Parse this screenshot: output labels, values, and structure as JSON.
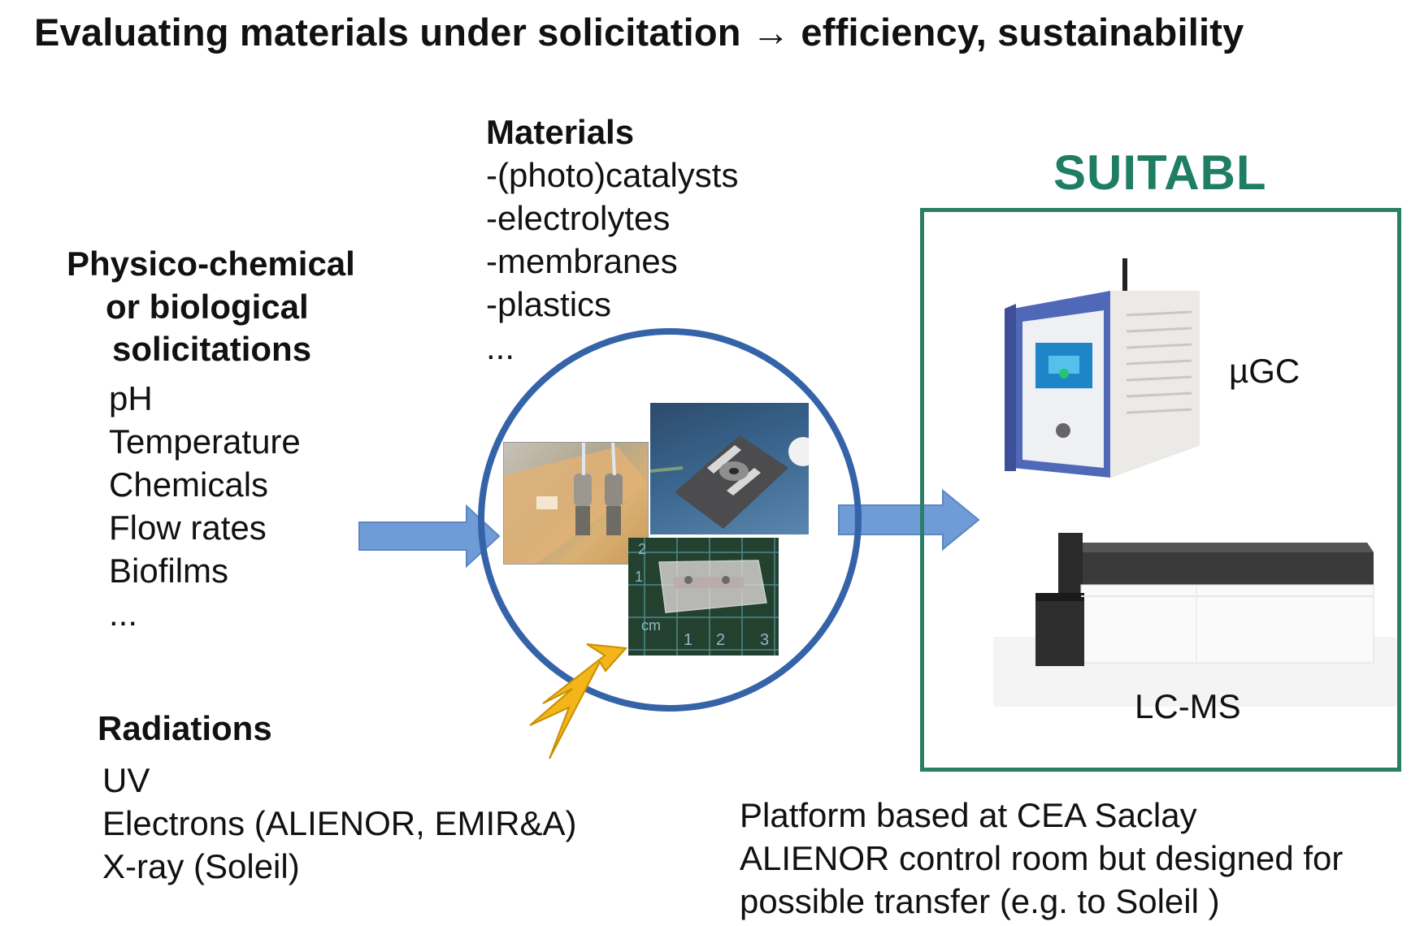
{
  "title": "Evaluating materials under solicitation → efficiency, sustainability",
  "solicitations": {
    "heading_lines": [
      "Physico-chemical",
      "or biological",
      "solicitations"
    ],
    "items": [
      "pH",
      "Temperature",
      "Chemicals",
      "Flow rates",
      "Biofilms",
      "..."
    ]
  },
  "materials": {
    "heading": "Materials",
    "items": [
      "-(photo)catalysts",
      "-electrolytes",
      "-membranes",
      "-plastics",
      "..."
    ]
  },
  "radiations": {
    "heading": "Radiations",
    "items": [
      "UV",
      "Electrons (ALIENOR, EMIR&A)",
      "X-ray (Soleil)"
    ]
  },
  "suitabl": {
    "label": "SUITABL",
    "color": "#1e7d62",
    "instruments": [
      "µGC",
      "LC-MS"
    ]
  },
  "platform": {
    "lines": [
      "Platform based at CEA Saclay",
      "ALIENOR control room but designed for",
      "possible transfer  (e.g. to Soleil )"
    ]
  },
  "photo_scale": {
    "labels": [
      "1",
      "2",
      "3",
      "cm",
      "1",
      "2"
    ]
  },
  "colors": {
    "arrow": "#6f9bd6",
    "circle": "#3563a8",
    "lightning": "#f3b51a",
    "box": "#2a7f66"
  }
}
